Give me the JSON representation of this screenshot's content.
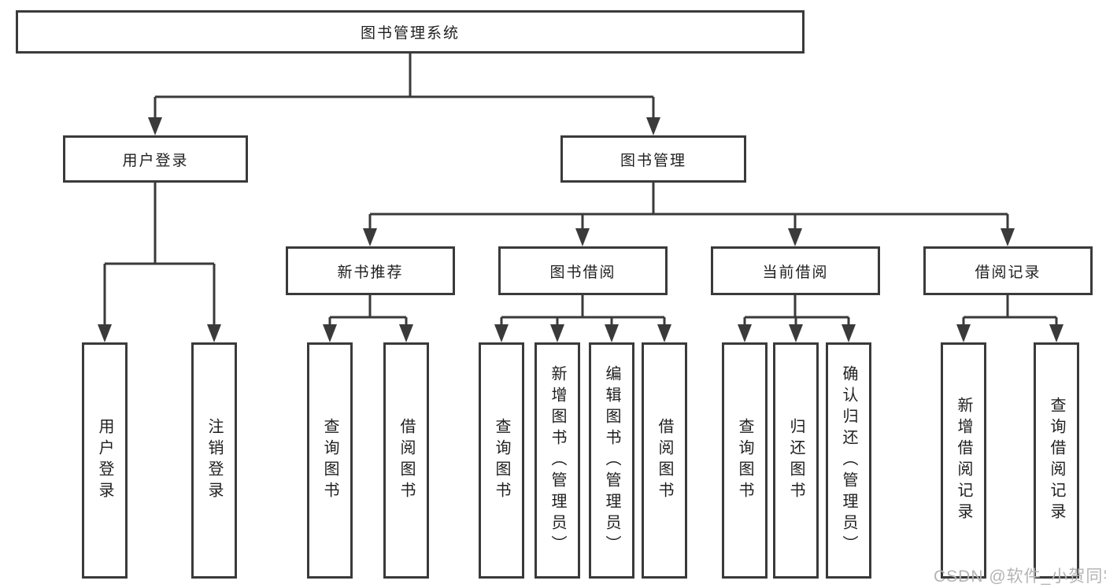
{
  "diagram": {
    "root": "图书管理系统",
    "user_login": {
      "label": "用户登录",
      "children": [
        "用户登录",
        "注销登录"
      ]
    },
    "book_mgmt": {
      "label": "图书管理",
      "sections": {
        "new_books": {
          "label": "新书推荐",
          "children": [
            "查询图书",
            "借阅图书"
          ]
        },
        "book_borrow": {
          "label": "图书借阅",
          "children": [
            "查询图书",
            "新增图书（管理员）",
            "编辑图书（管理员）",
            "借阅图书"
          ]
        },
        "current_borrow": {
          "label": "当前借阅",
          "children": [
            "查询图书",
            "归还图书",
            "确认归还（管理员）"
          ]
        },
        "borrow_records": {
          "label": "借阅记录",
          "children": [
            "新增借阅记录",
            "查询借阅记录"
          ]
        }
      }
    }
  },
  "watermark": {
    "text": "CSDN @软件_小贺同学"
  },
  "colors": {
    "line": "#3a3a3a",
    "text": "#1f1f1f",
    "watermark": "#b4b4b4",
    "background": "#ffffff"
  }
}
